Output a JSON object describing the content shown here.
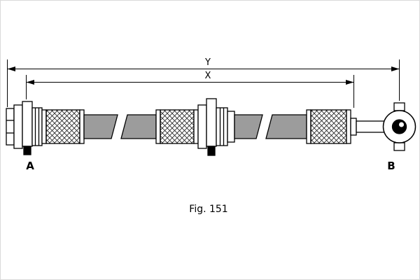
{
  "figure": {
    "caption": "Fig. 151",
    "dimensions": {
      "overall": "Y",
      "intermediate": "X"
    },
    "ends": {
      "left": "A",
      "right": "B"
    },
    "colors": {
      "line": "#000000",
      "hose": "#9c9c9c",
      "background": "#ffffff"
    }
  }
}
